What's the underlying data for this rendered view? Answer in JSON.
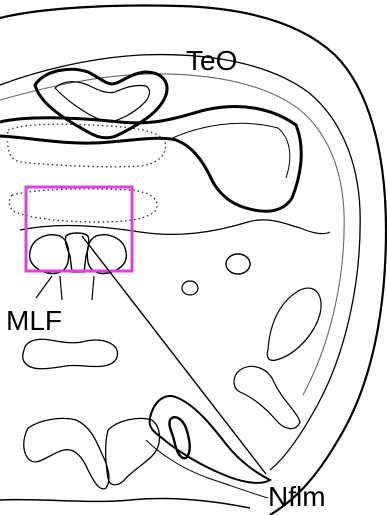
{
  "labels": {
    "teo": "TeO",
    "mlf": "MLF",
    "nflm": "Nflm"
  },
  "colors": {
    "outline": "#000000",
    "region": "#555555",
    "highlight": "#e040e0",
    "background": "#ffffff"
  }
}
